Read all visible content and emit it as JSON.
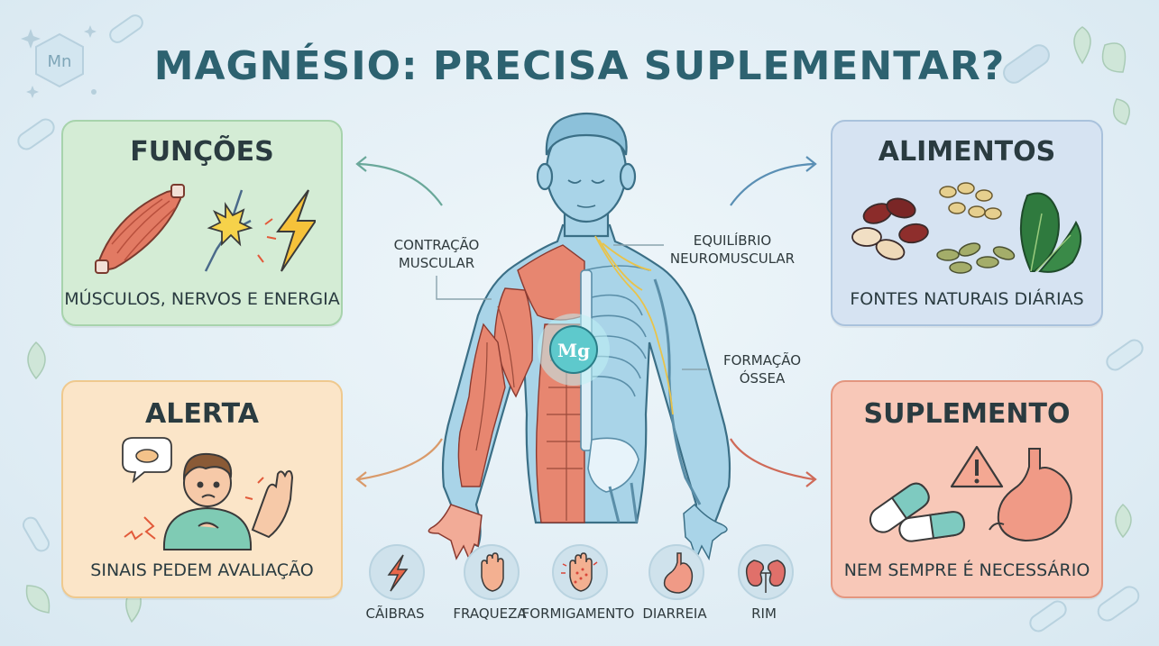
{
  "title": "MAGNÉSIO: PRECISA SUPLEMENTAR?",
  "badge": "Mn",
  "center_badge": "Mg",
  "cards": {
    "funcoes": {
      "title": "FUNÇÕES",
      "caption": "MÚSCULOS, NERVOS E ENERGIA",
      "color": "#d5ecd6"
    },
    "alimentos": {
      "title": "ALIMENTOS",
      "caption": "FONTES NATURAIS DIÁRIAS",
      "color": "#d6e4f2"
    },
    "alerta": {
      "title": "ALERTA",
      "caption": "SINAIS PEDEM AVALIAÇÃO",
      "color": "#fbe6c9"
    },
    "suplemento": {
      "title": "SUPLEMENTO",
      "caption": "NEM SEMPRE É NECESSÁRIO",
      "color": "#f8c9bb"
    }
  },
  "body_labels": {
    "contracao": "CONTRAÇÃO\nMUSCULAR",
    "equilibrio": "EQUILÍBRIO\nNEUROMUSCULAR",
    "formacao": "FORMAÇÃO\nÓSSEA"
  },
  "symptoms": [
    {
      "label": "CÃIBRAS",
      "icon": "lightning-icon"
    },
    {
      "label": "FRAQUEZA",
      "icon": "hand-icon"
    },
    {
      "label": "FORMIGAMENTO",
      "icon": "tingling-hand-icon"
    },
    {
      "label": "DIARREIA",
      "icon": "stomach-icon"
    },
    {
      "label": "RIM",
      "icon": "kidney-icon"
    }
  ]
}
